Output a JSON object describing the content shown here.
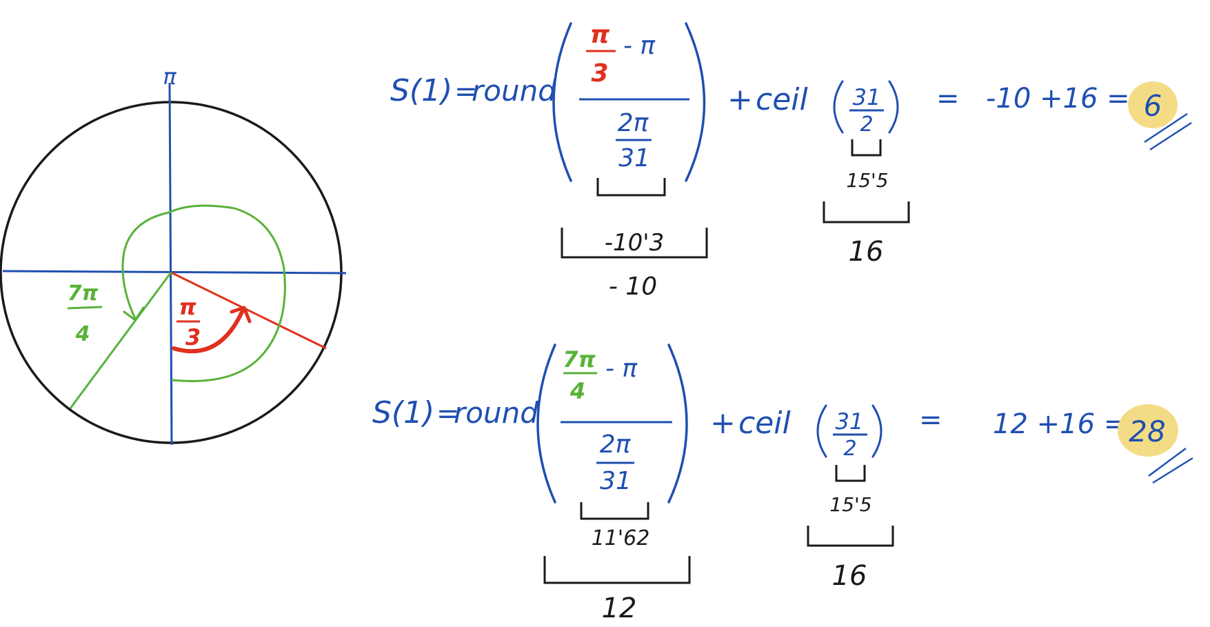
{
  "colors": {
    "blue": "#1f4fb0",
    "red": "#e0301e",
    "green": "#58b23a",
    "black": "#1a1a1a",
    "highlight": "#f4dc86"
  },
  "circle": {
    "top_label": "π",
    "red_angle": {
      "num": "π",
      "den": "3"
    },
    "green_angle": {
      "num": "7π",
      "den": "4"
    }
  },
  "equations": [
    {
      "lhs": "S(1)",
      "round_word": "round",
      "frac_num_a": {
        "num": "π",
        "den": "3",
        "color": "red"
      },
      "frac_num_minus": "- π",
      "frac_den": {
        "num": "2π",
        "den": "31"
      },
      "ceil_word": "ceil",
      "ceil_frac": {
        "num": "31",
        "den": "2"
      },
      "ceil_inner": "15'5",
      "ceil_result": "16",
      "round_inner": "-10'3",
      "round_result": "- 10",
      "rhs": "-10 +16 =",
      "answer": "6"
    },
    {
      "lhs": "S(1)",
      "round_word": "round",
      "frac_num_a": {
        "num": "7π",
        "den": "4",
        "color": "green"
      },
      "frac_num_minus": "- π",
      "frac_den": {
        "num": "2π",
        "den": "31"
      },
      "ceil_word": "ceil",
      "ceil_frac": {
        "num": "31",
        "den": "2"
      },
      "ceil_inner": "15'5",
      "ceil_result": "16",
      "round_inner": "11'62",
      "round_result": "12",
      "rhs": "12 +16 =",
      "answer": "28"
    }
  ]
}
